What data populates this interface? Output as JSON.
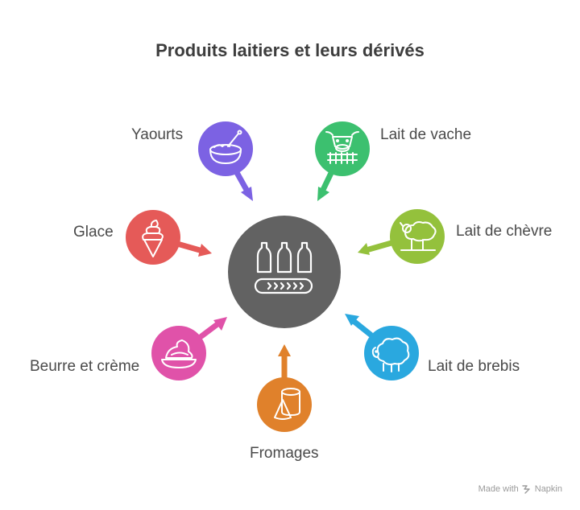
{
  "title": "Produits laitiers et leurs dérivés",
  "center": {
    "icon": "milk-bottles-conveyor-icon",
    "color": "#626262"
  },
  "nodes": [
    {
      "id": "yaourts",
      "label": "Yaourts",
      "icon": "yogurt-bowl-icon",
      "color": "#7c62e3",
      "direction": "in"
    },
    {
      "id": "lait-de-vache",
      "label": "Lait de vache",
      "icon": "cow-icon",
      "color": "#3cc06f",
      "direction": "in"
    },
    {
      "id": "lait-de-chevre",
      "label": "Lait de chèvre",
      "icon": "goat-icon",
      "color": "#94c13c",
      "direction": "in"
    },
    {
      "id": "lait-de-brebis",
      "label": "Lait de brebis",
      "icon": "sheep-icon",
      "color": "#2aa8df",
      "direction": "in"
    },
    {
      "id": "fromages",
      "label": "Fromages",
      "icon": "cheese-icon",
      "color": "#e0812b",
      "direction": "in"
    },
    {
      "id": "beurre-et-creme",
      "label": "Beurre et crème",
      "icon": "butter-cream-icon",
      "color": "#e052a9",
      "direction": "in"
    },
    {
      "id": "glace",
      "label": "Glace",
      "icon": "ice-cream-icon",
      "color": "#e55a58",
      "direction": "in"
    }
  ],
  "watermark": {
    "made_with": "Made with",
    "brand": "Napkin"
  }
}
